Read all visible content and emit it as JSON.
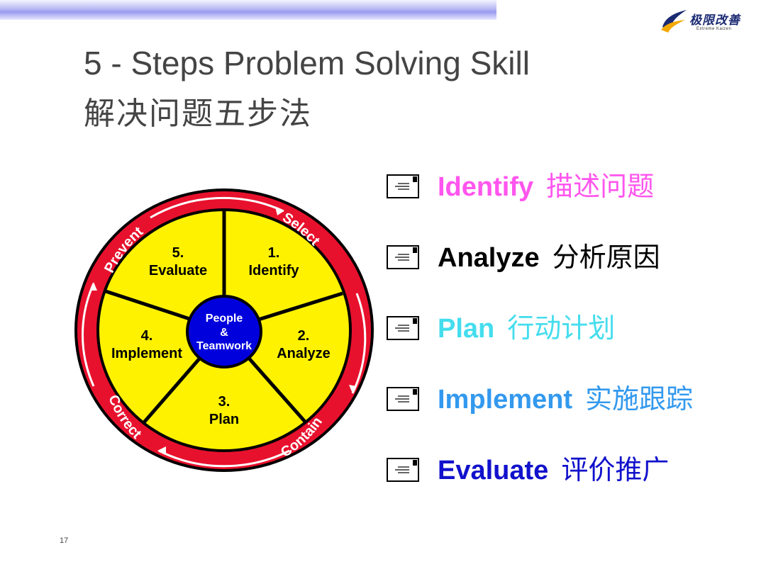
{
  "logo": {
    "name": "极限改善",
    "subtitle": "Extreme Kaizen"
  },
  "title": {
    "en": "5 - Steps Problem Solving Skill",
    "cn": "解决问题五步法"
  },
  "wheel": {
    "center": [
      "People",
      "&",
      "Teamwork"
    ],
    "segments": [
      {
        "num": "1.",
        "label": "Identify"
      },
      {
        "num": "2.",
        "label": "Analyze"
      },
      {
        "num": "3.",
        "label": "Plan"
      },
      {
        "num": "4.",
        "label": "Implement"
      },
      {
        "num": "5.",
        "label": "Evaluate"
      }
    ],
    "ring": [
      "Select",
      "Contain",
      "Correct",
      "Prevent"
    ],
    "colors": {
      "ring": "#e8112d",
      "fill": "#fff200",
      "center": "#0000dd"
    }
  },
  "steps": [
    {
      "en": "Identify",
      "cn": "描述问题",
      "color": "#ff55ee"
    },
    {
      "en": "Analyze",
      "cn": "分析原因",
      "color": "#000000"
    },
    {
      "en": "Plan",
      "cn": "行动计划",
      "color": "#44ddee"
    },
    {
      "en": "Implement",
      "cn": "实施跟踪",
      "color": "#3399ee"
    },
    {
      "en": "Evaluate",
      "cn": "评价推广",
      "color": "#1111cc"
    }
  ],
  "page_number": "17"
}
